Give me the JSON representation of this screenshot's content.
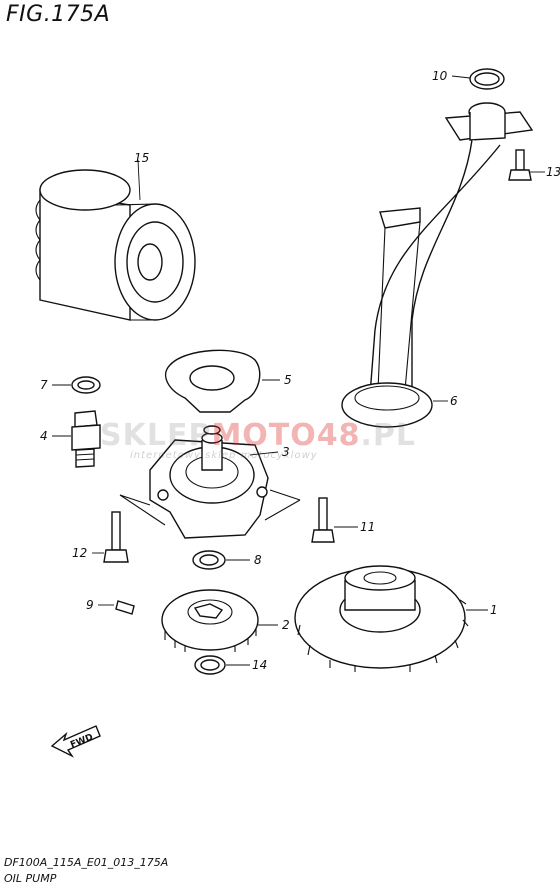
{
  "figure": {
    "title": "FIG.175A",
    "code": "DF100A_115A_E01_013_175A",
    "subtitle": "OIL PUMP"
  },
  "watermark": {
    "prefix": "SKLEP",
    "accent": "MOTO48",
    "suffix": ".PL",
    "tagline": "internetowy sklep motocyklowy"
  },
  "fwd_label": "FWD",
  "callouts": {
    "c1": "1",
    "c2": "2",
    "c3": "3",
    "c4": "4",
    "c5": "5",
    "c6": "6",
    "c7": "7",
    "c8": "8",
    "c9": "9",
    "c10": "10",
    "c11": "11",
    "c12": "12",
    "c13": "13",
    "c14": "14",
    "c15": "15"
  }
}
